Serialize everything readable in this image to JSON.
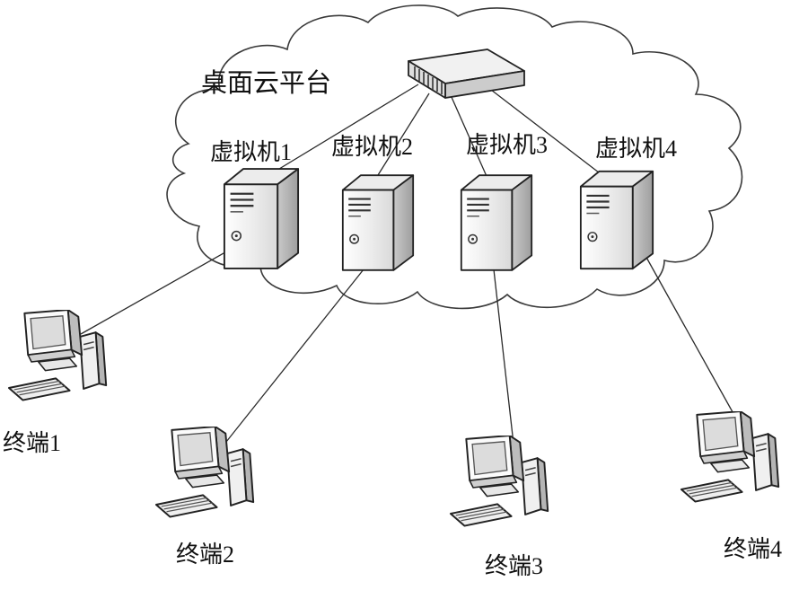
{
  "diagram": {
    "title": "Desktop cloud platform topology",
    "platform_label": "桌面云平台",
    "vms": [
      {
        "label": "虚拟机1"
      },
      {
        "label": "虚拟机2"
      },
      {
        "label": "虚拟机3"
      },
      {
        "label": "虚拟机4"
      }
    ],
    "terminals": [
      {
        "label": "终端1"
      },
      {
        "label": "终端2"
      },
      {
        "label": "终端3"
      },
      {
        "label": "终端4"
      }
    ],
    "icons": {
      "switch": "network-switch-icon",
      "vm": "server-tower-icon",
      "terminal": "desktop-pc-icon",
      "boundary": "cloud-outline"
    },
    "colors": {
      "stroke": "#1c1c1c",
      "fill_light": "#f4f4f4",
      "fill_mid": "#cfcfcf",
      "fill_dark": "#b5b5b5",
      "background": "#ffffff"
    }
  }
}
